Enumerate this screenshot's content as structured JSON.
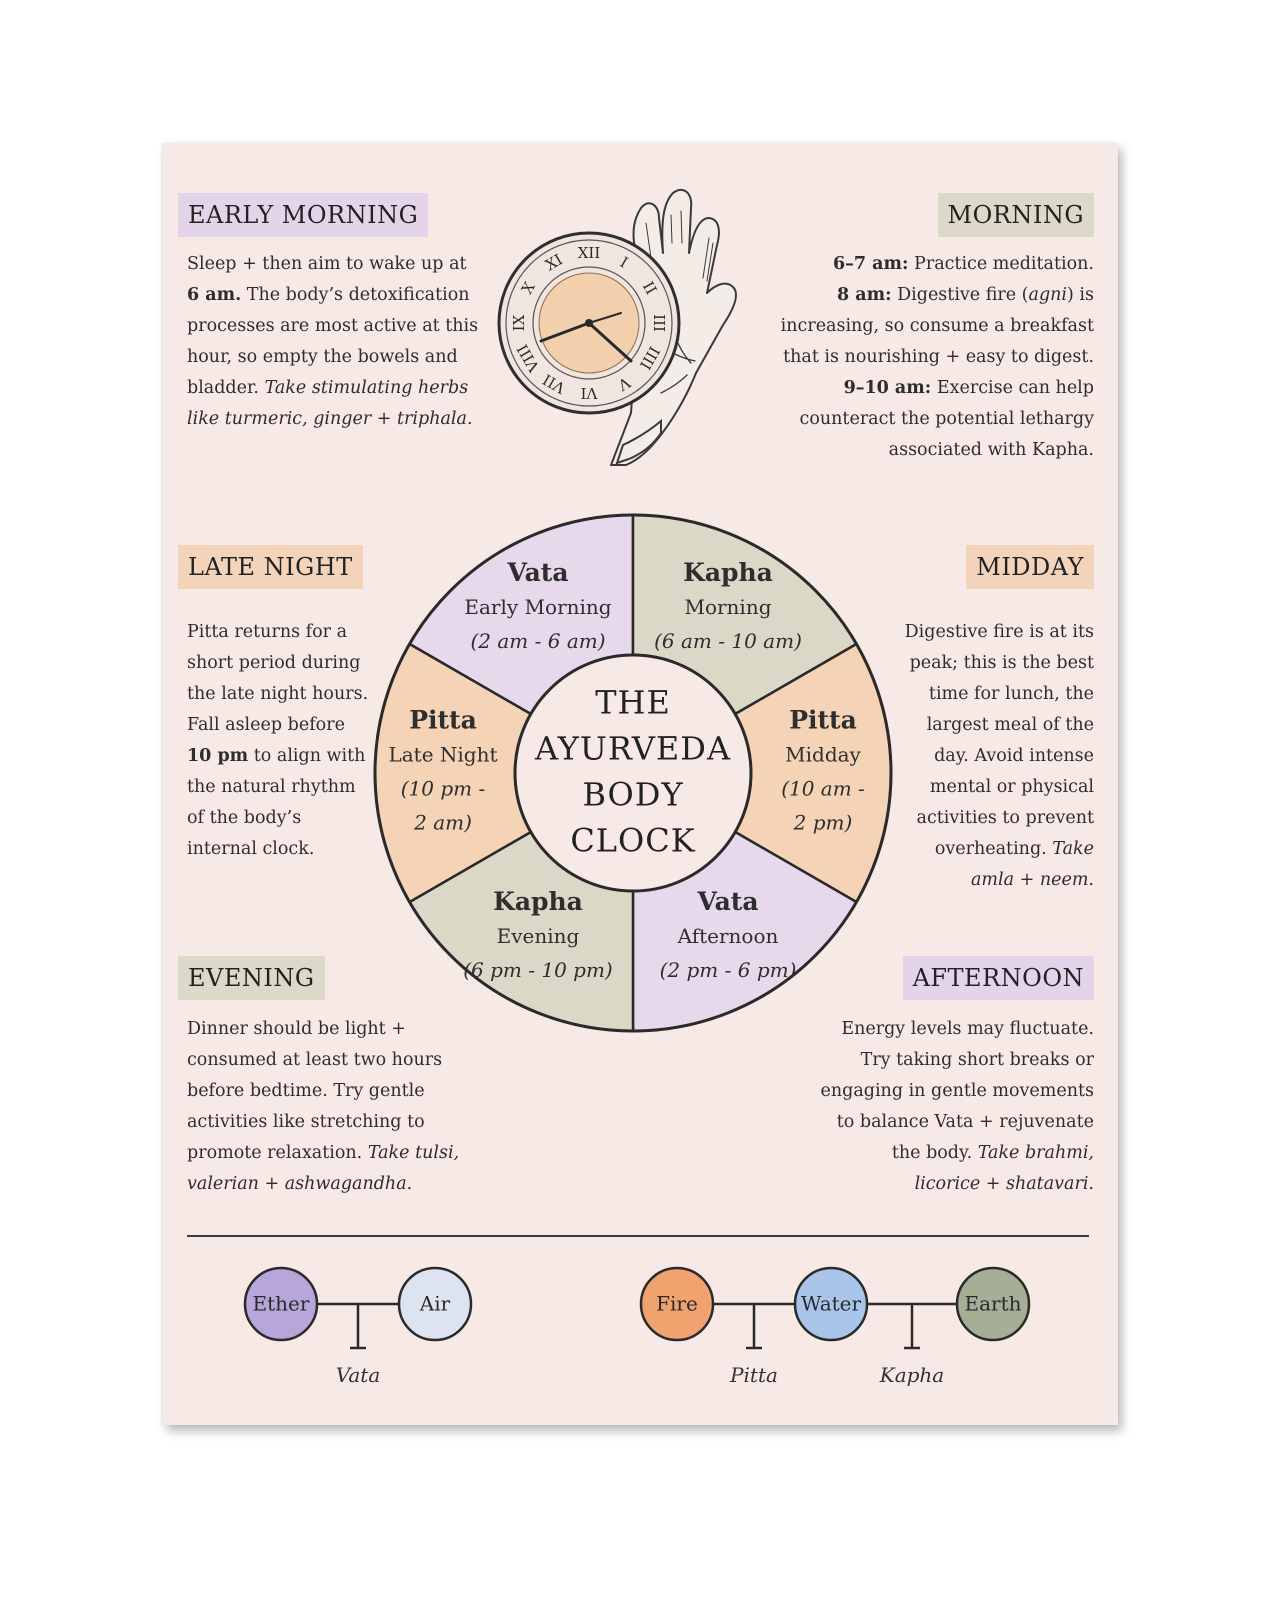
{
  "colors": {
    "poster_bg": "#f7e9e5",
    "vata": "#e7d8ec",
    "kapha": "#dcd8c8",
    "pitta": "#f4d3b6",
    "ether": "#b6a6d9",
    "air": "#dde3f1",
    "fire": "#f0a36e",
    "water": "#a9c5ea",
    "earth": "#a7ae96",
    "outline": "#2a2a2a"
  },
  "sections": {
    "early_morning": {
      "title": "EARLY MORNING",
      "lines": [
        [
          {
            "t": "Sleep + then aim to wake up at"
          }
        ],
        [
          {
            "t": "6 am.",
            "b": true
          },
          {
            "t": " The body’s detoxification"
          }
        ],
        [
          {
            "t": "processes are most active at this"
          }
        ],
        [
          {
            "t": "hour, so empty the bowels and"
          }
        ],
        [
          {
            "t": "bladder. "
          },
          {
            "t": "Take stimulating herbs",
            "i": true
          }
        ],
        [
          {
            "t": "like turmeric, ginger + triphala.",
            "i": true
          }
        ]
      ]
    },
    "morning": {
      "title": "MORNING",
      "lines": [
        [
          {
            "t": "6–7 am:",
            "b": true
          },
          {
            "t": " Practice meditation."
          }
        ],
        [
          {
            "t": "8 am:",
            "b": true
          },
          {
            "t": " Digestive fire ("
          },
          {
            "t": "agni",
            "i": true
          },
          {
            "t": ") is"
          }
        ],
        [
          {
            "t": "increasing, so consume a breakfast"
          }
        ],
        [
          {
            "t": "that is nourishing + easy to digest."
          }
        ],
        [
          {
            "t": "9–10 am:",
            "b": true
          },
          {
            "t": " Exercise can help"
          }
        ],
        [
          {
            "t": "counteract the potential lethargy"
          }
        ],
        [
          {
            "t": "associated with Kapha."
          }
        ]
      ]
    },
    "late_night": {
      "title": "LATE NIGHT",
      "lines": [
        [
          {
            "t": "Pitta returns for a"
          }
        ],
        [
          {
            "t": "short period during"
          }
        ],
        [
          {
            "t": "the late night hours."
          }
        ],
        [
          {
            "t": "Fall asleep before"
          }
        ],
        [
          {
            "t": "10 pm",
            "b": true
          },
          {
            "t": " to align with"
          }
        ],
        [
          {
            "t": "the natural rhythm"
          }
        ],
        [
          {
            "t": "of the body’s"
          }
        ],
        [
          {
            "t": "internal clock."
          }
        ]
      ]
    },
    "midday": {
      "title": "MIDDAY",
      "lines": [
        [
          {
            "t": "Digestive fire is at its"
          }
        ],
        [
          {
            "t": "peak; this is the best"
          }
        ],
        [
          {
            "t": "time for lunch, the"
          }
        ],
        [
          {
            "t": "largest meal of the"
          }
        ],
        [
          {
            "t": "day. Avoid intense"
          }
        ],
        [
          {
            "t": "mental or physical"
          }
        ],
        [
          {
            "t": "activities to prevent"
          }
        ],
        [
          {
            "t": "overheating. "
          },
          {
            "t": "Take",
            "i": true
          }
        ],
        [
          {
            "t": "amla + neem.",
            "i": true
          }
        ]
      ]
    },
    "evening": {
      "title": "EVENING",
      "lines": [
        [
          {
            "t": "Dinner should be light +"
          }
        ],
        [
          {
            "t": "consumed at least two hours"
          }
        ],
        [
          {
            "t": "before bedtime. Try gentle"
          }
        ],
        [
          {
            "t": "activities like stretching to"
          }
        ],
        [
          {
            "t": "promote relaxation. "
          },
          {
            "t": "Take tulsi,",
            "i": true
          }
        ],
        [
          {
            "t": "valerian + ashwagandha.",
            "i": true
          }
        ]
      ]
    },
    "afternoon": {
      "title": "AFTERNOON",
      "lines": [
        [
          {
            "t": "Energy levels may fluctuate."
          }
        ],
        [
          {
            "t": "Try taking short breaks or"
          }
        ],
        [
          {
            "t": "engaging in gentle movements"
          }
        ],
        [
          {
            "t": "to balance Vata + rejuvenate"
          }
        ],
        [
          {
            "t": "the body. "
          },
          {
            "t": "Take brahmi,",
            "i": true
          }
        ],
        [
          {
            "t": "licorice + shatavari.",
            "i": true
          }
        ]
      ]
    }
  },
  "wheel": {
    "center_title": [
      "THE",
      "AYURVEDA",
      "BODY",
      "CLOCK"
    ],
    "segments": [
      {
        "dosha": "Vata",
        "period": "Early Morning",
        "range": "(2 am - 6 am)",
        "color": "vata"
      },
      {
        "dosha": "Kapha",
        "period": "Morning",
        "range": "(6 am - 10 am)",
        "color": "kapha"
      },
      {
        "dosha": "Pitta",
        "period": "Midday",
        "range_lines": [
          "(10 am -",
          "2 pm)"
        ],
        "color": "pitta"
      },
      {
        "dosha": "Vata",
        "period": "Afternoon",
        "range": "(2 pm - 6 pm)",
        "color": "vata"
      },
      {
        "dosha": "Kapha",
        "period": "Evening",
        "range": "(6 pm - 10 pm)",
        "color": "kapha"
      },
      {
        "dosha": "Pitta",
        "period": "Late Night",
        "range_lines": [
          "(10 pm -",
          "2 am)"
        ],
        "color": "pitta"
      }
    ]
  },
  "elements": {
    "items": [
      {
        "name": "Ether",
        "color": "ether"
      },
      {
        "name": "Air",
        "color": "air"
      },
      {
        "name": "Fire",
        "color": "fire"
      },
      {
        "name": "Water",
        "color": "water"
      },
      {
        "name": "Earth",
        "color": "earth"
      }
    ],
    "doshas": [
      "Vata",
      "Pitta",
      "Kapha"
    ]
  },
  "clock_numerals": [
    "XII",
    "I",
    "II",
    "III",
    "IIII",
    "V",
    "VI",
    "VII",
    "VIII",
    "IX",
    "X",
    "XI"
  ]
}
